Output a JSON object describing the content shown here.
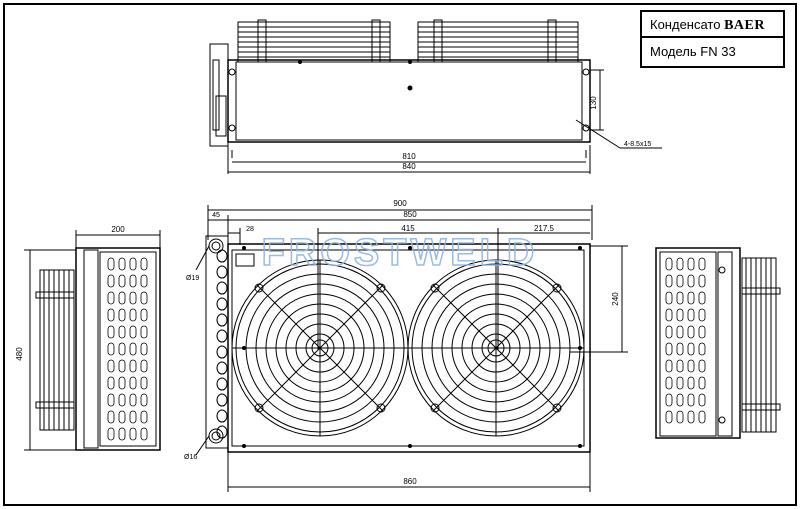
{
  "title_block": {
    "product_prefix": "Конденсато",
    "brand": "BAER",
    "model_label": "Модель FN 33"
  },
  "watermark": "FROSTWELD",
  "top_view": {
    "dim_height": "130",
    "dim_inner_width": "810",
    "dim_outer_width": "840",
    "hole_note": "4-8.5x15"
  },
  "front_view": {
    "dim_total": "900",
    "dim_850": "850",
    "dim_45": "45",
    "dim_28": "28",
    "dim_415": "415",
    "dim_2175": "217.5",
    "dim_240": "240",
    "dim_bottom": "860",
    "pipe_top": "Ø19",
    "pipe_bottom": "Ø16"
  },
  "left_view": {
    "dim_width": "200",
    "dim_height": "480"
  },
  "colors": {
    "line": "#000000",
    "watermark": "#8fb4e3"
  }
}
